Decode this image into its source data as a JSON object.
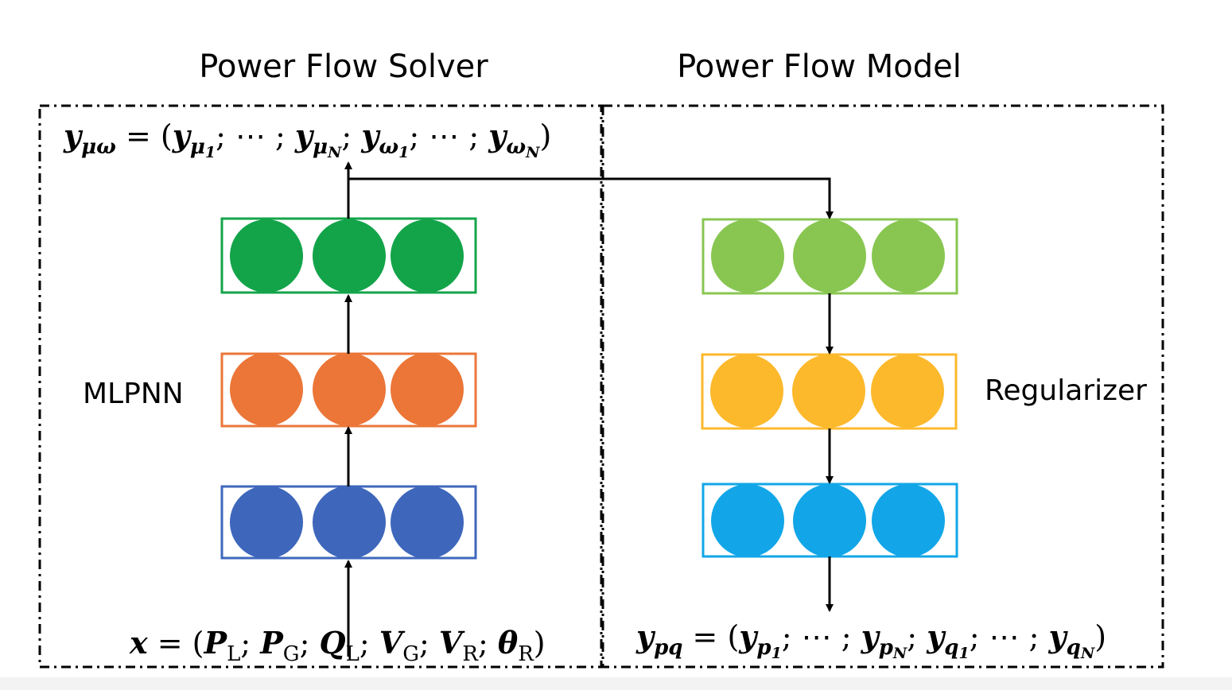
{
  "titles": {
    "solver": "Power Flow Solver",
    "model": "Power Flow Model"
  },
  "labels": {
    "left_network": "MLPNN",
    "right_network": "Regularizer"
  },
  "formulas": {
    "output": {
      "lhs": "y",
      "lhs_sub": "μω",
      "eq": " = (",
      "t1": "y",
      "t1_sub": "μ",
      "t1_sub2": "1",
      "sep1": "; ⋯ ; ",
      "t2": "y",
      "t2_sub": "μ",
      "t2_sub2": "N",
      "sep2": "; ",
      "t3": "y",
      "t3_sub": "ω",
      "t3_sub2": "1",
      "sep3": "; ⋯ ; ",
      "t4": "y",
      "t4_sub": "ω",
      "t4_sub2": "N",
      "close": ")"
    },
    "input": {
      "lhs": "x",
      "eq": " = (",
      "p1": "P",
      "p1_sub": "L",
      "s1": "; ",
      "p2": "P",
      "p2_sub": "G",
      "s2": "; ",
      "p3": "Q",
      "p3_sub": "L",
      "s3": "; ",
      "p4": "V",
      "p4_sub": "G",
      "s4": "; ",
      "p5": "V",
      "p5_sub": "R",
      "s5": "; ",
      "p6": "θ",
      "p6_sub": "R",
      "close": ")"
    },
    "pq": {
      "lhs": "y",
      "lhs_sub": "pq",
      "eq": " = (",
      "t1": "y",
      "t1_sub": "p",
      "t1_sub2": "1",
      "sep1": "; ⋯ ; ",
      "t2": "y",
      "t2_sub": "p",
      "t2_sub2": "N",
      "sep2": "; ",
      "t3": "y",
      "t3_sub": "q",
      "t3_sub2": "1",
      "sep3": "; ⋯ ; ",
      "t4": "y",
      "t4_sub": "q",
      "t4_sub2": "N",
      "close": ")"
    }
  },
  "layer_colors": {
    "solver_top": "#13A44A",
    "solver_middle": "#EB7638",
    "solver_bottom": "#3E67BC",
    "model_top": "#88C651",
    "model_middle": "#FDB92C",
    "model_bottom": "#12A6E8"
  }
}
